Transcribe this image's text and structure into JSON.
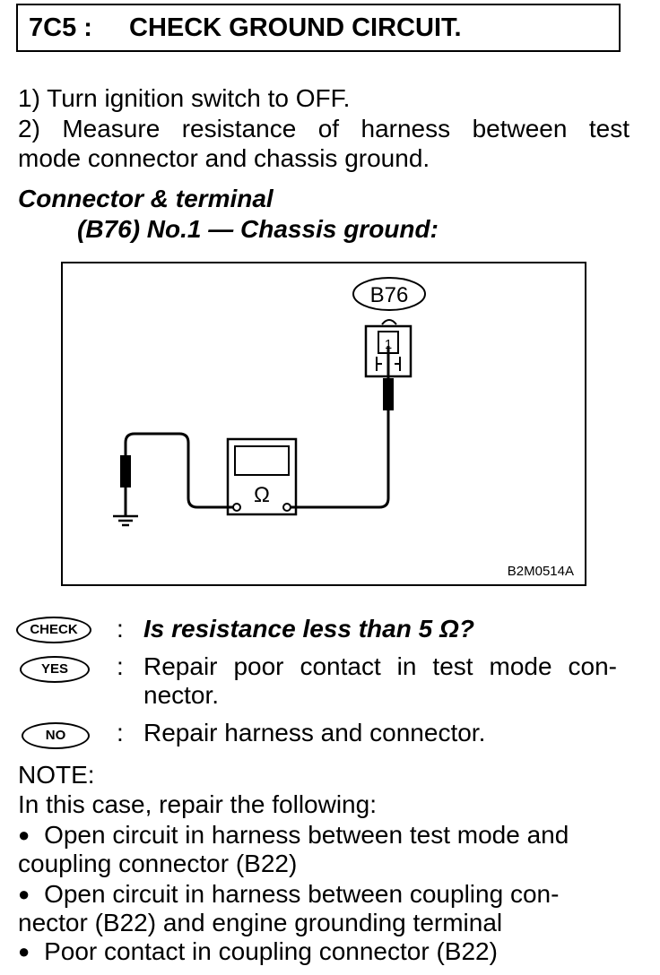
{
  "header": {
    "code": "7C5 :",
    "title": "CHECK GROUND CIRCUIT."
  },
  "steps": [
    "1)  Turn ignition switch to OFF.",
    "2)  Measure resistance of harness between test",
    "mode connector and chassis ground."
  ],
  "connector": {
    "heading": "Connector & terminal",
    "terminal": "(B76) No.1 — Chassis ground:"
  },
  "diagram": {
    "connector_label": "B76",
    "pin_label": "1",
    "meter_symbol": "Ω",
    "figure_id": "B2M0514A"
  },
  "check": {
    "check_badge": "CHECK",
    "question": "Is resistance less than 5 Ω?",
    "yes_badge": "YES",
    "yes_text_1": "Repair poor contact in test mode con-",
    "yes_text_2": "nector.",
    "no_badge": "NO",
    "no_text": "Repair harness and connector.",
    "colon": ":"
  },
  "note": {
    "label": "NOTE:",
    "intro": "In this case, repair the following:",
    "bullet": "●",
    "items": [
      {
        "line1": "Open circuit in harness between test mode and",
        "line2": "coupling connector (B22)"
      },
      {
        "line1": "Open circuit in harness between coupling con-",
        "line2": "nector (B22) and engine grounding terminal"
      },
      {
        "line1": "Poor contact in coupling connector (B22)",
        "line2": ""
      }
    ]
  }
}
